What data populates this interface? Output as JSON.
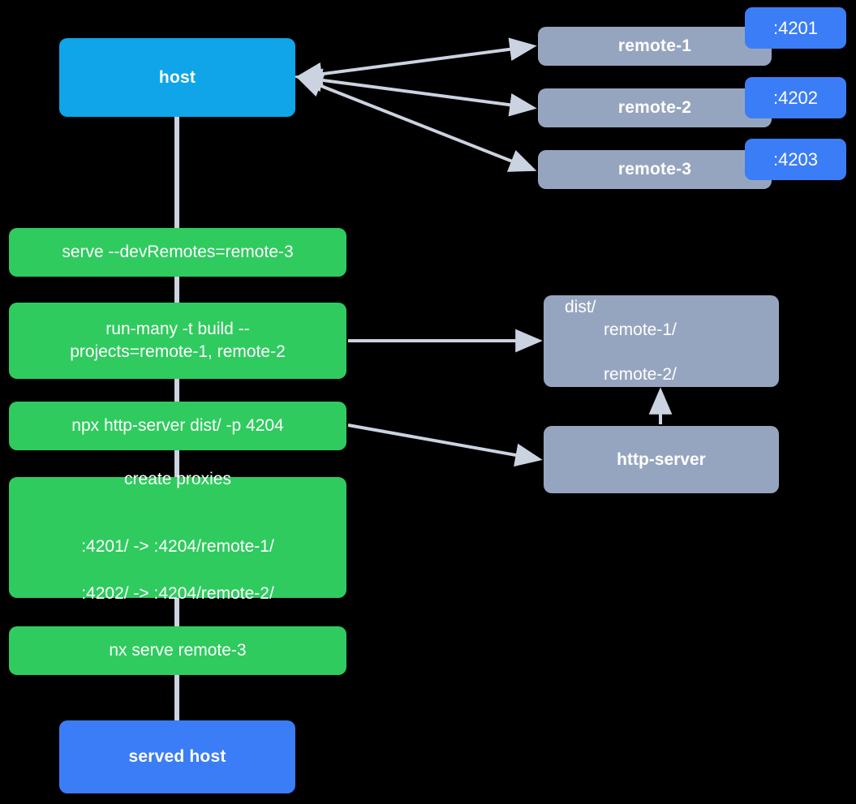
{
  "diagram": {
    "title": "Nx module federation host and remotes serve flow",
    "background": "#000000",
    "edge_color": "#CBD2E0",
    "colors": {
      "host": "#10A5E8",
      "served_host": "#3B7DF6",
      "remote": "#96A5BF",
      "gray": "#96A5BF",
      "green": "#2FCB5E",
      "badge": "#3B7DF6",
      "text": "#FFFFFF"
    }
  },
  "nodes": {
    "host": {
      "label": "host"
    },
    "served_host": {
      "label": "served host"
    },
    "remote_1": {
      "label": "remote-1",
      "port": ":4201"
    },
    "remote_2": {
      "label": "remote-2",
      "port": ":4202"
    },
    "remote_3": {
      "label": "remote-3",
      "port": ":4203"
    },
    "dist": {
      "line_1": "dist/",
      "line_2": "remote-1/",
      "line_3": "remote-2/"
    },
    "http_server": {
      "label": "http-server"
    }
  },
  "steps": [
    {
      "key": "serve",
      "label": "serve --devRemotes=remote-3"
    },
    {
      "key": "run_many_l1",
      "label": "run-many -t build --"
    },
    {
      "key": "run_many_l2",
      "label": "projects=remote-1, remote-2"
    },
    {
      "key": "npx",
      "label": "npx http-server dist/ -p 4204"
    },
    {
      "key": "proxies_title",
      "label": "create proxies"
    },
    {
      "key": "proxies_map_1",
      "label": ":4201/ -> :4204/remote-1/"
    },
    {
      "key": "proxies_map_2",
      "label": ":4202/ -> :4204/remote-2/"
    },
    {
      "key": "nx_serve",
      "label": "nx serve remote-3"
    }
  ],
  "edges": [
    {
      "from": "host",
      "to": "remote-1",
      "arrow": "both"
    },
    {
      "from": "host",
      "to": "remote-2",
      "arrow": "both"
    },
    {
      "from": "host",
      "to": "remote-3",
      "arrow": "both"
    },
    {
      "from": "host",
      "to": "served-host",
      "arrow": "none"
    },
    {
      "from": "run-many",
      "to": "dist",
      "arrow": "end"
    },
    {
      "from": "npx-http-server",
      "to": "http-server",
      "arrow": "end"
    },
    {
      "from": "http-server",
      "to": "dist",
      "arrow": "end"
    }
  ]
}
